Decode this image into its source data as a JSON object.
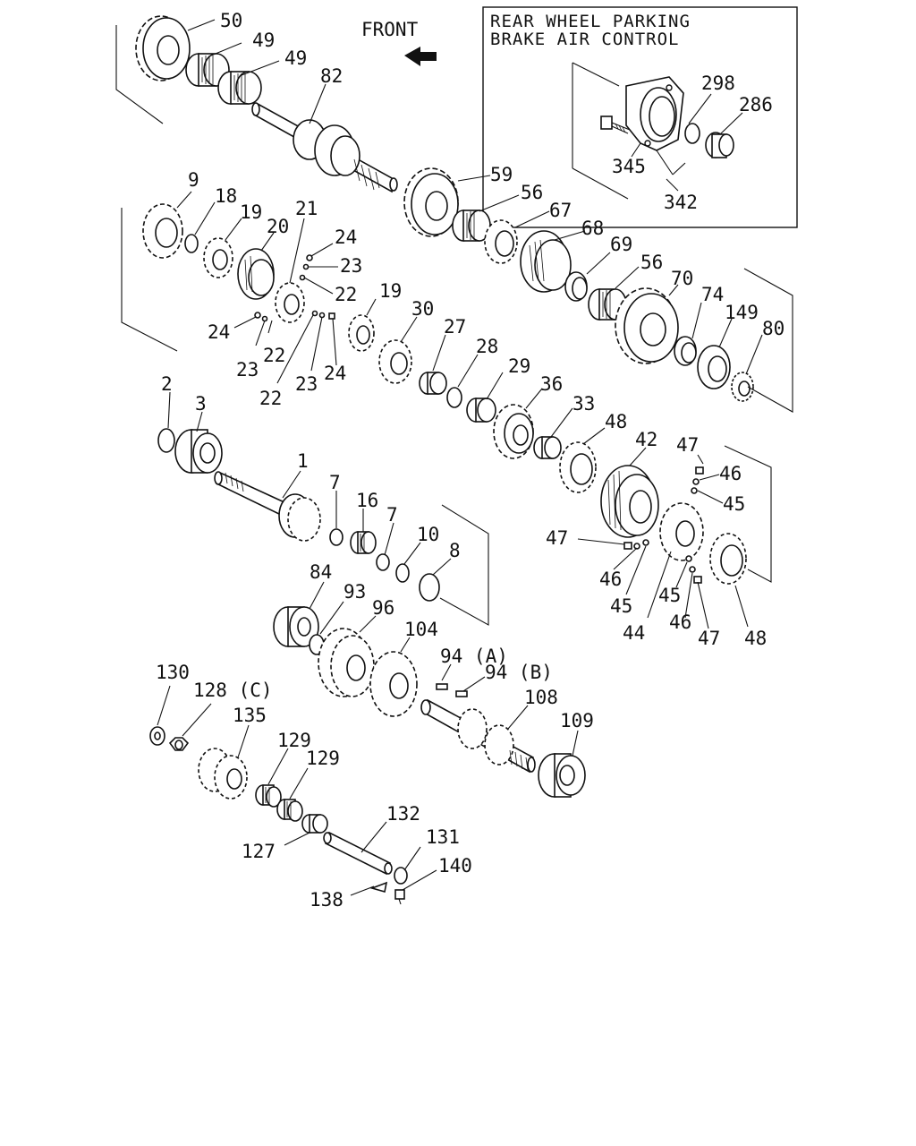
{
  "inset": {
    "title_line1": "REAR WHEEL PARKING",
    "title_line2": "BRAKE AIR CONTROL",
    "labels": {
      "298": "298",
      "286": "286",
      "345": "345",
      "342": "342"
    }
  },
  "front_label": "FRONT",
  "labels": {
    "1": "1",
    "2": "2",
    "3": "3",
    "7a": "7",
    "7b": "7",
    "8": "8",
    "9": "9",
    "10": "10",
    "16": "16",
    "18": "18",
    "19a": "19",
    "19b": "19",
    "20": "20",
    "21": "21",
    "22a": "22",
    "22b": "22",
    "22c": "22",
    "23a": "23",
    "23b": "23",
    "23c": "23",
    "24a": "24",
    "24b": "24",
    "24c": "24",
    "27": "27",
    "28": "28",
    "29": "29",
    "30": "30",
    "33": "33",
    "36": "36",
    "42": "42",
    "44": "44",
    "45a": "45",
    "45b": "45",
    "45c": "45",
    "46a": "46",
    "46b": "46",
    "46c": "46",
    "47a": "47",
    "47b": "47",
    "47c": "47",
    "48a": "48",
    "48b": "48",
    "49a": "49",
    "49b": "49",
    "50": "50",
    "56a": "56",
    "56b": "56",
    "59": "59",
    "67": "67",
    "68": "68",
    "69": "69",
    "70": "70",
    "74": "74",
    "80": "80",
    "82": "82",
    "84": "84",
    "93": "93",
    "94a": "94 (A)",
    "94b": "94 (B)",
    "96": "96",
    "104": "104",
    "108": "108",
    "109": "109",
    "127": "127",
    "128": "128 (C)",
    "129a": "129",
    "129b": "129",
    "130": "130",
    "131": "131",
    "132": "132",
    "135": "135",
    "138": "138",
    "140": "140",
    "149": "149"
  }
}
